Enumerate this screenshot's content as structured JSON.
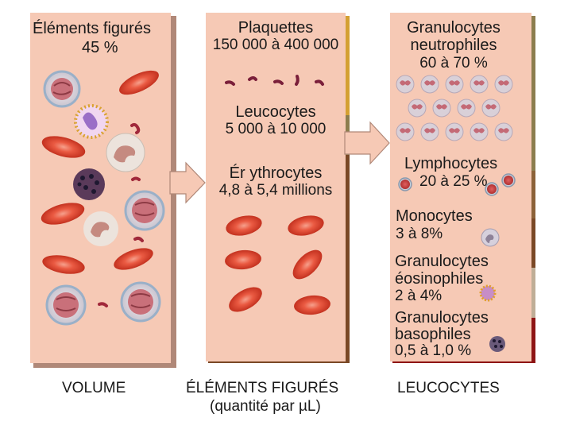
{
  "panel1": {
    "title": "Éléments figurés",
    "percent": "45 %"
  },
  "panel2": {
    "plaquettes": {
      "title": "Plaquettes",
      "count": "150 000 à 400  000"
    },
    "leucocytes": {
      "title": "Leucocytes",
      "count": "5 000 à 10  000"
    },
    "erythrocytes": {
      "title": "Ér ythrocytes",
      "count": "4,8  à 5,4 millions"
    }
  },
  "panel3": {
    "neutrophiles": {
      "title1": "Granulocytes",
      "title2": "neutrophiles",
      "percent": "60  à 70  %"
    },
    "lymphocytes": {
      "title": "Lymphocytes",
      "percent": "20  à 25  %"
    },
    "monocytes": {
      "title": "Monocytes",
      "percent": "3 à  8%"
    },
    "eosinophiles": {
      "title1": "Granulocytes",
      "title2": "éosinophiles",
      "percent": "2 à  4%"
    },
    "basophiles": {
      "title1": "Granulocytes",
      "title2": "basophiles",
      "percent": "0,5  à 1,0  %"
    }
  },
  "captions": {
    "volume": "VOLUME",
    "elements": "ÉLÉMENTS FIGURÉS",
    "unit": "(quantité par  µL)",
    "leucocytes": "LEUCOCYTES"
  },
  "colors": {
    "panel": "#f6c9b5",
    "panel_shadow": "#b08878",
    "red_cell": "#e8503a",
    "red_cell_dark": "#c3311f",
    "gold_bar": "#d4a032",
    "olive_bar": "#8c7d4e",
    "brown_bar": "#7a4826",
    "tan_bar": "#bfae97",
    "maroon_bar": "#8e1414"
  }
}
